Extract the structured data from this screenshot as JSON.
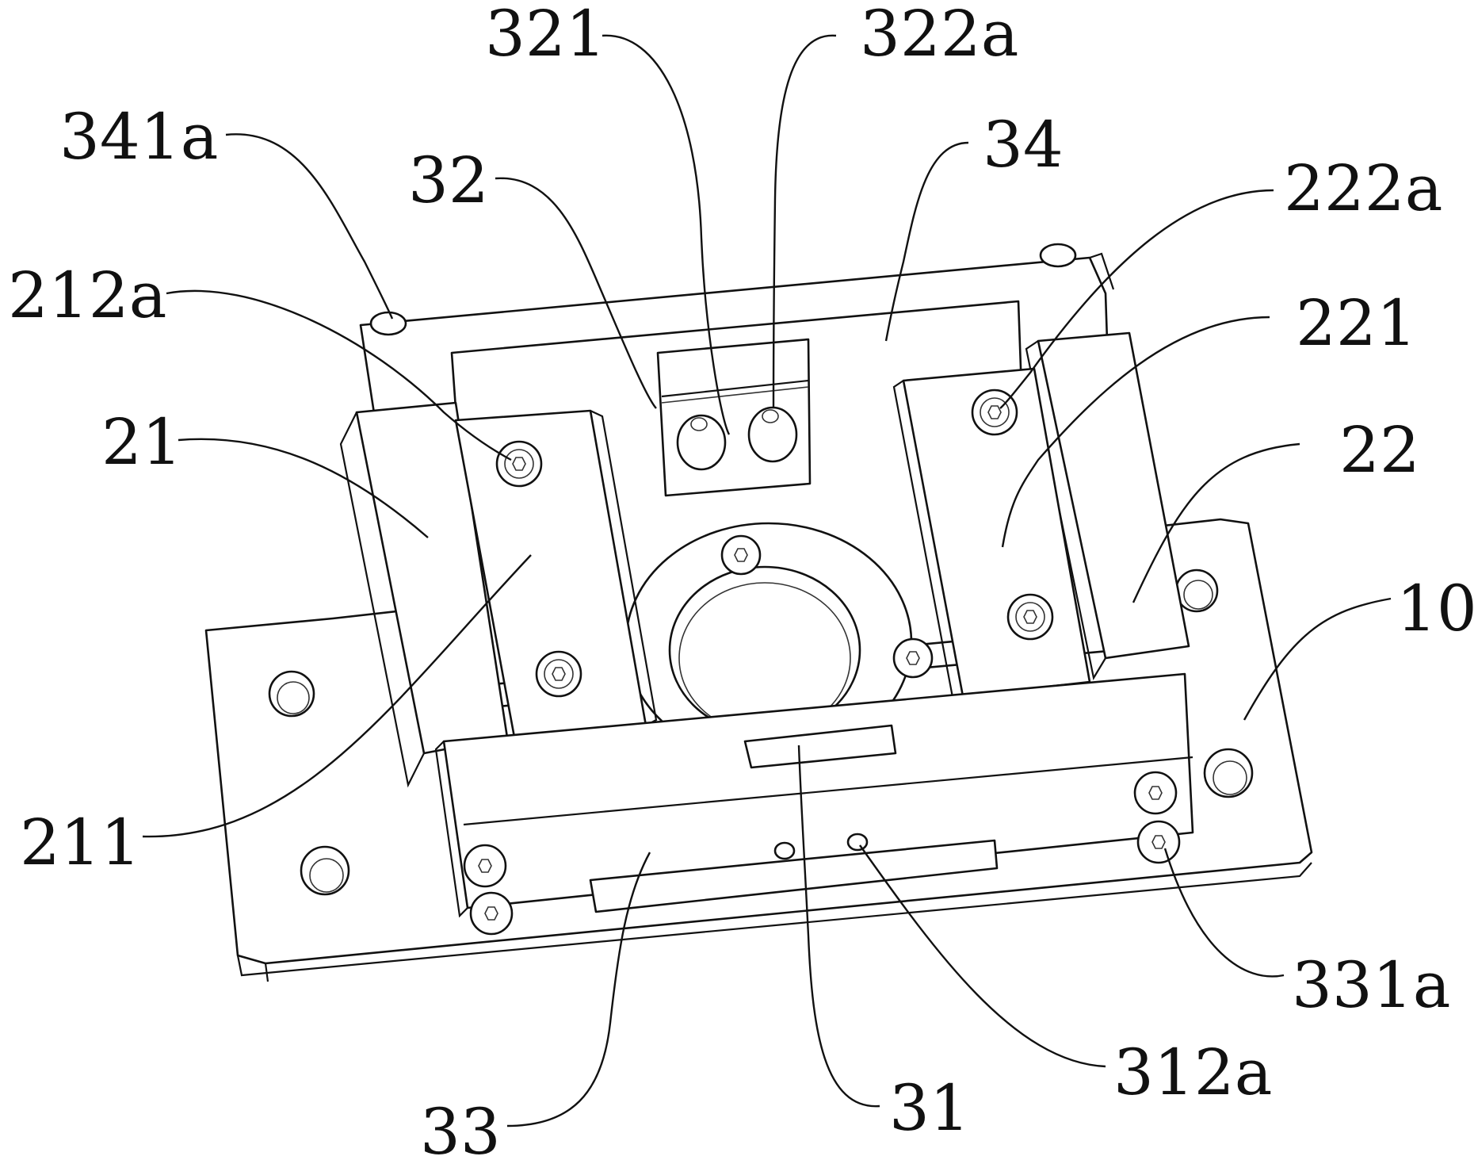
{
  "callouts": [
    {
      "id": "c321",
      "text": "321"
    },
    {
      "id": "c322a",
      "text": "322a"
    },
    {
      "id": "c341a",
      "text": "341a"
    },
    {
      "id": "c34",
      "text": "34"
    },
    {
      "id": "c32",
      "text": "32"
    },
    {
      "id": "c222a",
      "text": "222a"
    },
    {
      "id": "c212a",
      "text": "212a"
    },
    {
      "id": "c221",
      "text": "221"
    },
    {
      "id": "c21",
      "text": "21"
    },
    {
      "id": "c22",
      "text": "22"
    },
    {
      "id": "c10",
      "text": "10"
    },
    {
      "id": "c211",
      "text": "211"
    },
    {
      "id": "c331a",
      "text": "331a"
    },
    {
      "id": "c312a",
      "text": "312a"
    },
    {
      "id": "c33",
      "text": "33"
    },
    {
      "id": "c31",
      "text": "31"
    }
  ]
}
